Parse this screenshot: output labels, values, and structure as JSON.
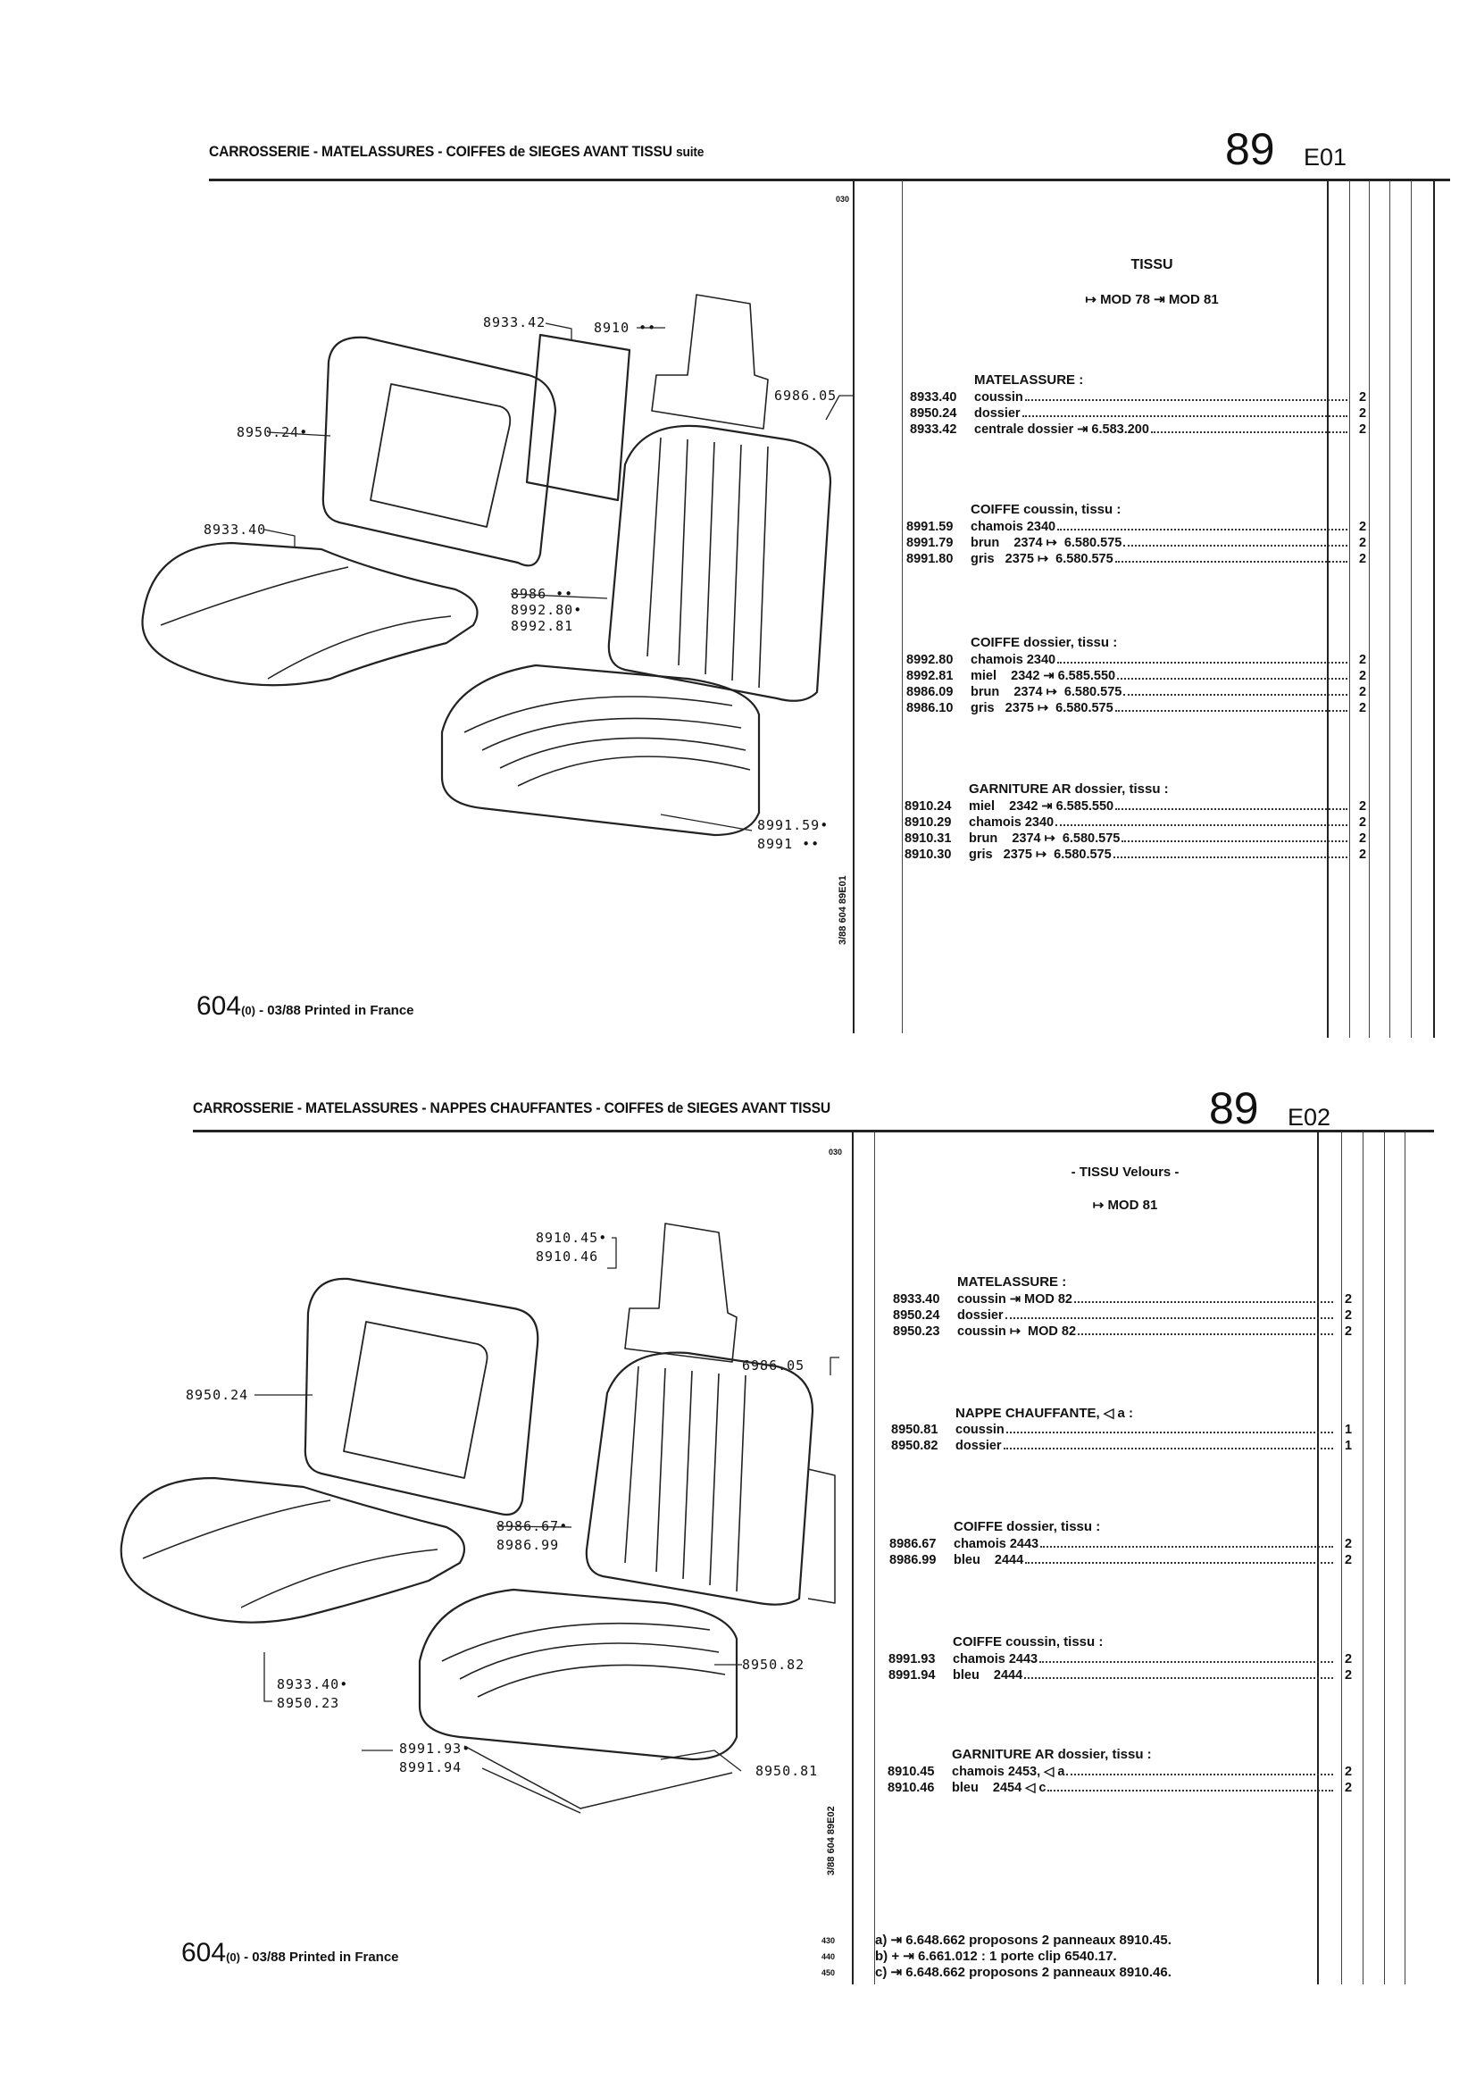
{
  "pages": [
    {
      "header": {
        "title": "CARROSSERIE - MATELASSURES - COIFFES de SIEGES AVANT TISSU",
        "suffix": "suite",
        "page_number": "89",
        "page_code": "E01"
      },
      "heading": "TISSU",
      "model_range": "↦ MOD 78 ⇥ MOD 81",
      "margin_top": "030",
      "side_code": "3/88 604 89E01",
      "footer": {
        "model": "604",
        "variant": "(0)",
        "text": "- 03/88 Printed in France"
      },
      "sections": [
        {
          "title": "MATELASSURE :",
          "rows": [
            {
              "num": "8933.40",
              "desc": "coussin",
              "qty": "2"
            },
            {
              "num": "8950.24",
              "desc": "dossier",
              "qty": "2"
            },
            {
              "num": "8933.42",
              "desc": "centrale dossier ⇥ 6.583.200",
              "qty": "2"
            }
          ]
        },
        {
          "title": "COIFFE coussin, tissu :",
          "rows": [
            {
              "num": "8991.59",
              "desc": "chamois 2340",
              "qty": "2"
            },
            {
              "num": "8991.79",
              "desc": "brun    2374 ↦  6.580.575",
              "qty": "2"
            },
            {
              "num": "8991.80",
              "desc": "gris   2375 ↦  6.580.575",
              "qty": "2"
            }
          ]
        },
        {
          "title": "COIFFE dossier, tissu :",
          "rows": [
            {
              "num": "8992.80",
              "desc": "chamois 2340",
              "qty": "2"
            },
            {
              "num": "8992.81",
              "desc": "miel    2342 ⇥ 6.585.550",
              "qty": "2"
            },
            {
              "num": "8986.09",
              "desc": "brun    2374 ↦  6.580.575",
              "qty": "2"
            },
            {
              "num": "8986.10",
              "desc": "gris   2375 ↦  6.580.575",
              "qty": "2"
            }
          ]
        },
        {
          "title": "GARNITURE AR dossier, tissu :",
          "rows": [
            {
              "num": "8910.24",
              "desc": "miel    2342 ⇥ 6.585.550",
              "qty": "2"
            },
            {
              "num": "8910.29",
              "desc": "chamois 2340",
              "qty": "2"
            },
            {
              "num": "8910.31",
              "desc": "brun    2374 ↦  6.580.575",
              "qty": "2"
            },
            {
              "num": "8910.30",
              "desc": "gris   2375 ↦  6.580.575",
              "qty": "2"
            }
          ]
        }
      ],
      "callouts": [
        "8933.42",
        "8910 ••",
        "6986.05",
        "8950.24•",
        "8933.40",
        "8986 ••",
        "8992.80•",
        "8992.81",
        "8991.59•",
        "8991 ••"
      ]
    },
    {
      "header": {
        "title": "CARROSSERIE - MATELASSURES - NAPPES CHAUFFANTES - COIFFES de SIEGES AVANT TISSU",
        "suffix": "",
        "page_number": "89",
        "page_code": "E02"
      },
      "heading": "- TISSU Velours -",
      "model_range": "↦ MOD 81",
      "margin_top": "030",
      "side_code": "3/88 604 89E02",
      "footer": {
        "model": "604",
        "variant": "(0)",
        "text": "- 03/88 Printed in France"
      },
      "sections": [
        {
          "title": "MATELASSURE :",
          "rows": [
            {
              "num": "8933.40",
              "desc": "coussin ⇥ MOD 82",
              "qty": "2"
            },
            {
              "num": "8950.24",
              "desc": "dossier",
              "qty": "2"
            },
            {
              "num": "8950.23",
              "desc": "coussin ↦  MOD 82",
              "qty": "2"
            }
          ]
        },
        {
          "title": "NAPPE CHAUFFANTE, ◁ a :",
          "rows": [
            {
              "num": "8950.81",
              "desc": "coussin",
              "qty": "1"
            },
            {
              "num": "8950.82",
              "desc": "dossier",
              "qty": "1"
            }
          ]
        },
        {
          "title": "COIFFE dossier, tissu :",
          "rows": [
            {
              "num": "8986.67",
              "desc": "chamois 2443",
              "qty": "2"
            },
            {
              "num": "8986.99",
              "desc": "bleu    2444",
              "qty": "2"
            }
          ]
        },
        {
          "title": "COIFFE coussin, tissu :",
          "rows": [
            {
              "num": "8991.93",
              "desc": "chamois 2443",
              "qty": "2"
            },
            {
              "num": "8991.94",
              "desc": "bleu    2444",
              "qty": "2"
            }
          ]
        },
        {
          "title": "GARNITURE AR dossier, tissu :",
          "rows": [
            {
              "num": "8910.45",
              "desc": "chamois 2453, ◁ a",
              "qty": "2"
            },
            {
              "num": "8910.46",
              "desc": "bleu    2454 ◁ c",
              "qty": "2"
            }
          ]
        }
      ],
      "notes": [
        "a) ⇥ 6.648.662 proposons 2 panneaux 8910.45.",
        "b) + ⇥ 6.661.012 : 1 porte clip 6540.17.",
        "c) ⇥ 6.648.662 proposons 2 panneaux 8910.46."
      ],
      "margin_bottom": [
        "430",
        "440",
        "450"
      ],
      "callouts": [
        "8910.45•",
        "8910.46",
        "6986.05",
        "8950.24",
        "8986.67•",
        "8986.99",
        "8950.82",
        "8933.40•",
        "8950.23",
        "8991.93•",
        "8991.94",
        "8950.81"
      ]
    }
  ]
}
